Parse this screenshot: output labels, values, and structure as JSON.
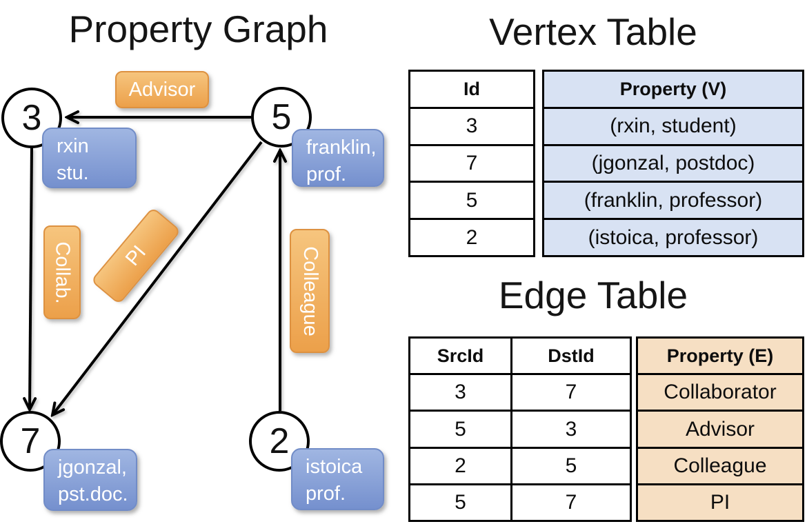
{
  "graph": {
    "title": "Property Graph",
    "nodes": [
      {
        "id": "3",
        "property_lines": [
          "rxin",
          "stu."
        ]
      },
      {
        "id": "5",
        "property_lines": [
          "franklin,",
          "prof."
        ]
      },
      {
        "id": "7",
        "property_lines": [
          "jgonzal,",
          "pst.doc."
        ]
      },
      {
        "id": "2",
        "property_lines": [
          "istoica",
          "prof."
        ]
      }
    ],
    "edge_labels": {
      "advisor": "Advisor",
      "collab": "Collab.",
      "pi": "PI",
      "colleague": "Colleague"
    }
  },
  "vertex_table": {
    "title": "Vertex Table",
    "columns": {
      "id": "Id",
      "property": "Property (V)"
    },
    "rows": [
      {
        "id": "3",
        "property": "(rxin, student)"
      },
      {
        "id": "7",
        "property": "(jgonzal, postdoc)"
      },
      {
        "id": "5",
        "property": "(franklin, professor)"
      },
      {
        "id": "2",
        "property": "(istoica, professor)"
      }
    ]
  },
  "edge_table": {
    "title": "Edge Table",
    "columns": {
      "src": "SrcId",
      "dst": "DstId",
      "property": "Property (E)"
    },
    "rows": [
      {
        "src": "3",
        "dst": "7",
        "property": "Collaborator"
      },
      {
        "src": "5",
        "dst": "3",
        "property": "Advisor"
      },
      {
        "src": "2",
        "dst": "5",
        "property": "Colleague"
      },
      {
        "src": "5",
        "dst": "7",
        "property": "PI"
      }
    ]
  },
  "colors": {
    "edge_label_top": "#f6c57e",
    "edge_label_bottom": "#eca04a",
    "edge_label_border": "#dd9140",
    "node_box_top": "#a0b6e2",
    "node_box_bottom": "#7590ce",
    "node_box_border": "#718cc7",
    "vertex_property_bg": "#d8e2f3",
    "edge_property_bg": "#f6dfc3"
  }
}
